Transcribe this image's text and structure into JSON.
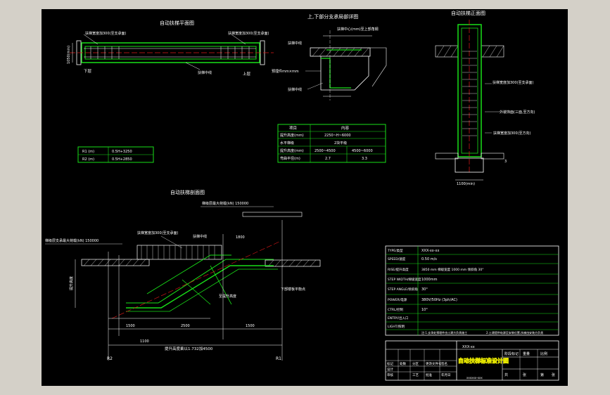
{
  "views": {
    "plan_title": "自动扶梯平面图",
    "detail_title": "上,下部分支承局部详图",
    "front_title": "自动扶梯正面图",
    "section_title": "自动扶梯剖面图"
  },
  "plan": {
    "label_left_top": "扶梯宽度加300(至支承面)",
    "label_right_top": "扶梯宽度加300(至支承面)",
    "label_down": "下层",
    "label_up": "上层",
    "label_mid": "扶梯中线",
    "dim_side": "1050(min)"
  },
  "detail": {
    "label_a": "扶梯中心(mm)至上部角钢",
    "label_b": "扶梯中线",
    "label_c": "预埋件mm×mm",
    "label_d": "扶梯中线"
  },
  "front": {
    "label_a": "扶梯宽度加300(至支承面)",
    "label_b": "外装饰面(三面,至方向)",
    "label_c": "扶梯宽度加300(至方向)",
    "dim_bottom": "1100(min)",
    "dim_right": "3"
  },
  "spec_table": {
    "headers": [
      "项目",
      "内容"
    ],
    "rows": [
      [
        "提升高度(mm)",
        "2250~H~6000"
      ],
      [
        "水平梯级",
        "2块平级"
      ],
      [
        "提升高度(mm)",
        "2500~4500",
        "4500~6000"
      ],
      [
        "弯曲半径(m)",
        "2.7",
        "3.3"
      ]
    ]
  },
  "r_table": {
    "rows": [
      [
        "R1 (m)",
        "0.5H+3250"
      ],
      [
        "R2 (m)",
        "0.5H+2850"
      ]
    ]
  },
  "section": {
    "label_top": "梯级层最大荷载(kN) 150000",
    "label_left": "梯级层支承最大荷载(kN) 150000",
    "label_stairs": "扶梯宽度加300(至支承面)",
    "label_right_mid": "扶梯中线",
    "label_r_marks": "至提升高度",
    "label_low": "下部楼板平衡点",
    "dim_bottom_main": "提升高度乘以1.732加4500",
    "dim_left": "提升高度",
    "mark_r2": "R2",
    "mark_r1": "R1",
    "dims": [
      "1500",
      "2500",
      "1500",
      "1100",
      "1800"
    ]
  },
  "info_block": {
    "rows": [
      [
        "TYPE/类型",
        "XXX-xx-xx"
      ],
      [
        "SPEED/速度",
        "0.50 m/s"
      ],
      [
        "RISE/提升高度",
        "3850 mm 梯级宽度 1000 mm 倾斜角 30°"
      ],
      [
        "STEP WIDTH/梯级宽度",
        "1000mm"
      ],
      [
        "STEP ANGLE/倾斜角",
        "30°"
      ],
      [
        "POWER/电源",
        "380V/50Hz   (3ph/AC)"
      ],
      [
        "CTRL/控制",
        "10°"
      ],
      [
        "ENTRY/出入口",
        ""
      ],
      [
        "LIGHT/照明",
        ""
      ]
    ],
    "notes": [
      "注:1.支承处预埋件由土建方负责施工",
      "2.土建提供电源至安装位置,扶梯由安装方负责"
    ]
  },
  "title_block": {
    "drawing_title": "自动扶梯标准设计图",
    "code": "XXX-xx",
    "sub": "xxxxxx-xxx",
    "cells": [
      "标记",
      "处数",
      "分区",
      "更改文件号",
      "签名",
      "年月日",
      "设计",
      "审核",
      "工艺",
      "批准"
    ],
    "right_cells": [
      "阶段标记",
      "重量",
      "比例",
      "共",
      "张",
      "第",
      "张"
    ]
  }
}
